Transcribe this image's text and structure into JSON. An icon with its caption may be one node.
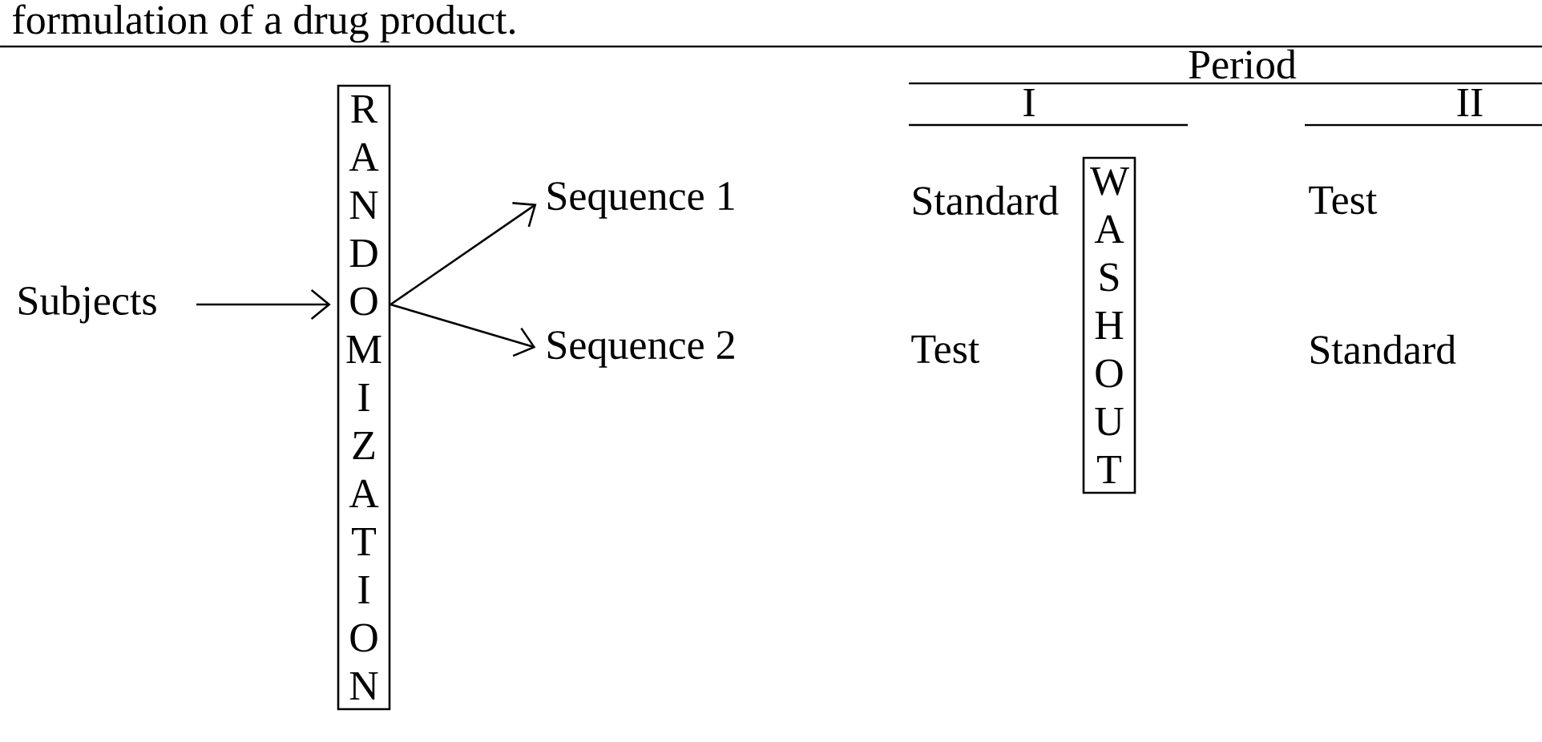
{
  "diagram": {
    "nodes": [
      {
        "text": [
          "Subjects"
        ]
      },
      {
        "text": [
          "R A N D O M I Z A T I O N"
        ]
      },
      {
        "text": [
          "Sequence 1"
        ]
      },
      {
        "text": [
          "Sequence 2"
        ]
      },
      {
        "text": [
          "W A S H O U T"
        ]
      }
    ],
    "edges": [
      {
        "from": 0,
        "to": 1,
        "arrow": "to"
      },
      {
        "from": 1,
        "to": 2,
        "arrow": "to"
      },
      {
        "from": 1,
        "to": 3,
        "arrow": "to"
      }
    ],
    "labels": [
      "formulation of a drug product.",
      "Period",
      "I",
      "II",
      "Standard",
      "Test",
      "Test",
      "Standard"
    ]
  }
}
